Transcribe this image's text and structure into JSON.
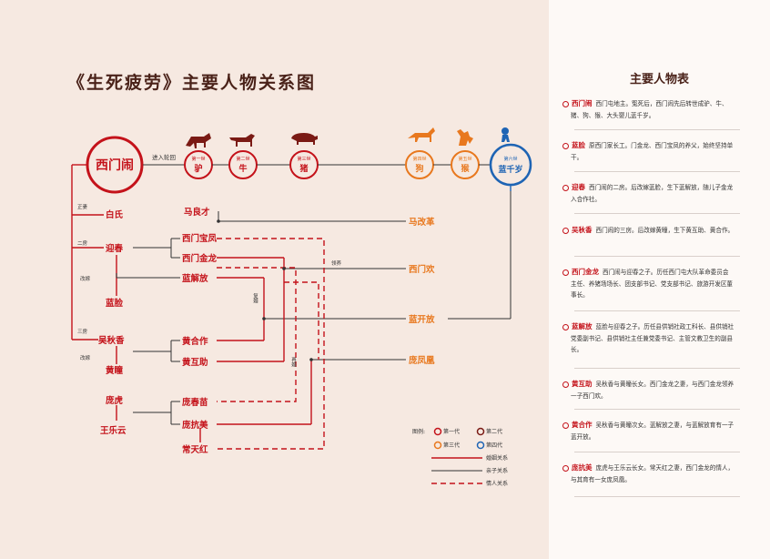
{
  "title": "《生死疲劳》主要人物关系图",
  "nodes": {
    "ximennao": "西门闹",
    "enter_reincarnation": "进入轮回",
    "lu_gen": "第一世",
    "lu": "驴",
    "niu_gen": "第二世",
    "niu": "牛",
    "zhu_gen": "第三世",
    "zhu": "猪",
    "gou_gen": "第四世",
    "gou": "狗",
    "hou_gen": "第五世",
    "hou": "猴",
    "lan_gen": "第六世",
    "lan": "蓝千岁"
  },
  "people": {
    "zhengqi": "正妻",
    "baishi": "白氏",
    "erfang": "二房",
    "yingchun": "迎春",
    "gaijia1": "改嫁",
    "lanlian": "蓝脸",
    "sanfang": "三房",
    "wuqiuxiang": "吴秋香",
    "gaijia2": "改嫁",
    "huangtong": "黄瞳",
    "panghu": "庞虎",
    "wangleyun": "王乐云",
    "maliangcai": "马良才",
    "ximenbaofeng": "西门宝凤",
    "ximenjinlong": "西门金龙",
    "lanjiefang": "蓝解放",
    "huanghezuo": "黄合作",
    "huanghuzhu": "黄互助",
    "pangchunmiao": "庞春苗",
    "pangkangmei": "庞抗美",
    "changtianhong": "常天红",
    "magaichao": "马改革",
    "ximenhuan": "西门欢",
    "lankaifang": "蓝开放",
    "pangfengpeng": "庞凤凰",
    "lingyang": "领养",
    "fuhun1": "复婚",
    "zaihun": "再婚"
  },
  "legend": {
    "title": "图例:",
    "gen1": "第一代",
    "gen2": "第二代",
    "gen3": "第三代",
    "gen4": "第四代",
    "marriage": "婚姻关系",
    "parent": "亲子关系",
    "lover": "情人关系"
  },
  "colors": {
    "red": "#c4121a",
    "orange": "#e8781e",
    "blue": "#1e64b4",
    "dark": "#4a2219"
  },
  "sidebar": {
    "title": "主要人物表",
    "entries": [
      {
        "name": "西门闹",
        "text": "西门屯地主。冤死后，西门闹先后转世成驴、牛、猪、狗、猴、大头婴儿蓝千岁。"
      },
      {
        "name": "蓝脸",
        "text": "原西门家长工。门金龙、西门宝凤的养父，始终坚持单干。"
      },
      {
        "name": "迎春",
        "text": "西门闹的二房。后改嫁蓝脸，生下蓝解放，随儿子金龙入合作社。"
      },
      {
        "name": "吴秋香",
        "text": "西门闹的三房。后改嫁黄瞳，生下黄互助、黄合作。"
      },
      {
        "name": "西门金龙",
        "text": "西门闹与迎春之子。历任西门屯大队革命委员会主任、养猪场场长、团支部书记、党支部书记、旅游开发区董事长。"
      },
      {
        "name": "蓝解放",
        "text": "蓝脸与迎春之子。历任县供销社政工科长、县供销社党委副书记、县供销社主任兼党委书记、主管文教卫生的副县长。"
      },
      {
        "name": "黄互助",
        "text": "吴秋香与黄瞳长女。西门金龙之妻，与西门金龙领养一子西门欢。"
      },
      {
        "name": "黄合作",
        "text": "吴秋香与黄瞳次女。蓝解放之妻，与蓝解放育有一子蓝开放。"
      },
      {
        "name": "庞抗美",
        "text": "庞虎与王乐云长女。常天红之妻，西门金龙的情人，与其育有一女庞凤凰。"
      }
    ]
  }
}
